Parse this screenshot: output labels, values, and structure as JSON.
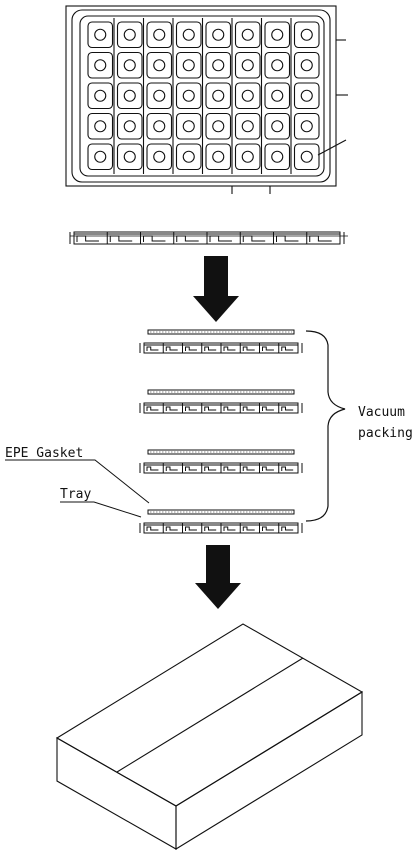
{
  "labels": {
    "epe_gasket": "EPE Gasket",
    "tray": "Tray",
    "vacuum_line1": "Vacuum",
    "vacuum_line2": "packing"
  },
  "tray_grid": {
    "rows": 5,
    "cols": 8
  },
  "stack_count": 4,
  "colors": {
    "ink": "#111111",
    "background": "#ffffff"
  }
}
